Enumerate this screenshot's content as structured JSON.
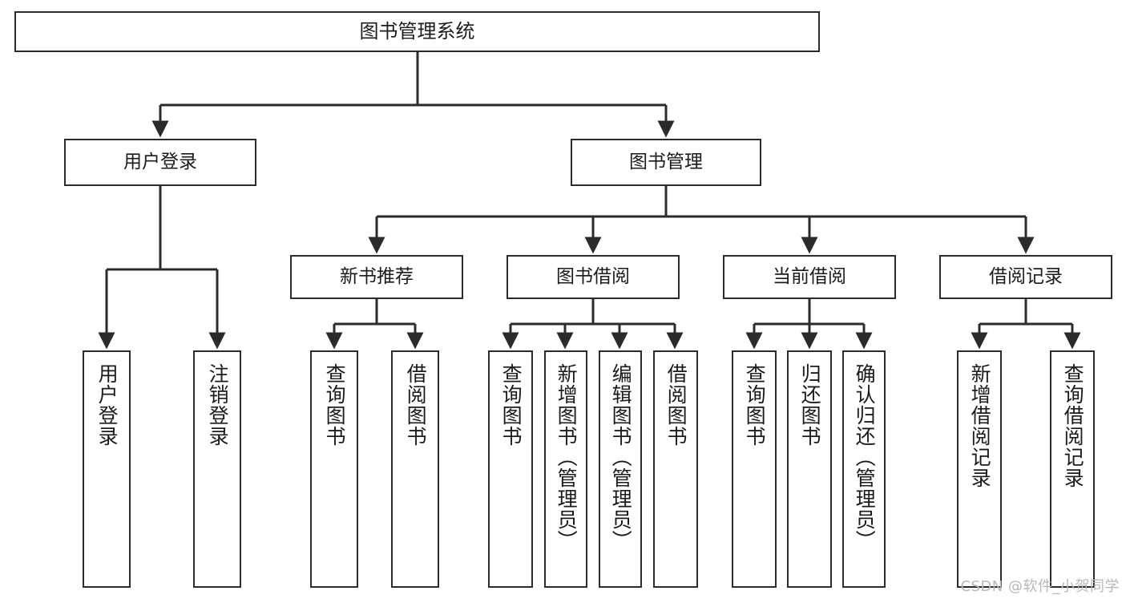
{
  "diagram": {
    "title": "图书管理系统",
    "type": "hierarchy-tree",
    "watermark": "CSDN @软件_小贺同学",
    "colors": {
      "stroke": "#2b2b2b",
      "fill": "#ffffff",
      "text": "#1b1b1b",
      "watermark": "#b9b9b9"
    },
    "nodes": {
      "root": {
        "label": "图书管理系统",
        "level": 0
      },
      "user_login": {
        "label": "用户登录",
        "level": 1
      },
      "book_manage": {
        "label": "图书管理",
        "level": 1
      },
      "new_book_rec": {
        "label": "新书推荐",
        "level": 2
      },
      "book_borrow": {
        "label": "图书借阅",
        "level": 2
      },
      "current_borrow": {
        "label": "当前借阅",
        "level": 2
      },
      "borrow_record": {
        "label": "借阅记录",
        "level": 2
      },
      "leaf_user_login": {
        "label": "用户登录",
        "level": 3
      },
      "leaf_logout": {
        "label": "注销登录",
        "level": 3
      },
      "leaf_query_book_1": {
        "label": "查询图书",
        "level": 3
      },
      "leaf_borrow_book_1": {
        "label": "借阅图书",
        "level": 3
      },
      "leaf_query_book_2": {
        "label": "查询图书",
        "level": 3
      },
      "leaf_add_book": {
        "label": "新增图书（管理员）",
        "level": 3
      },
      "leaf_edit_book": {
        "label": "编辑图书（管理员）",
        "level": 3
      },
      "leaf_borrow_book_2": {
        "label": "借阅图书",
        "level": 3
      },
      "leaf_query_book_3": {
        "label": "查询图书",
        "level": 3
      },
      "leaf_return_book": {
        "label": "归还图书",
        "level": 3
      },
      "leaf_confirm_return": {
        "label": "确认归还（管理员）",
        "level": 3
      },
      "leaf_add_record": {
        "label": "新增借阅记录",
        "level": 3
      },
      "leaf_query_record": {
        "label": "查询借阅记录",
        "level": 3
      }
    }
  }
}
